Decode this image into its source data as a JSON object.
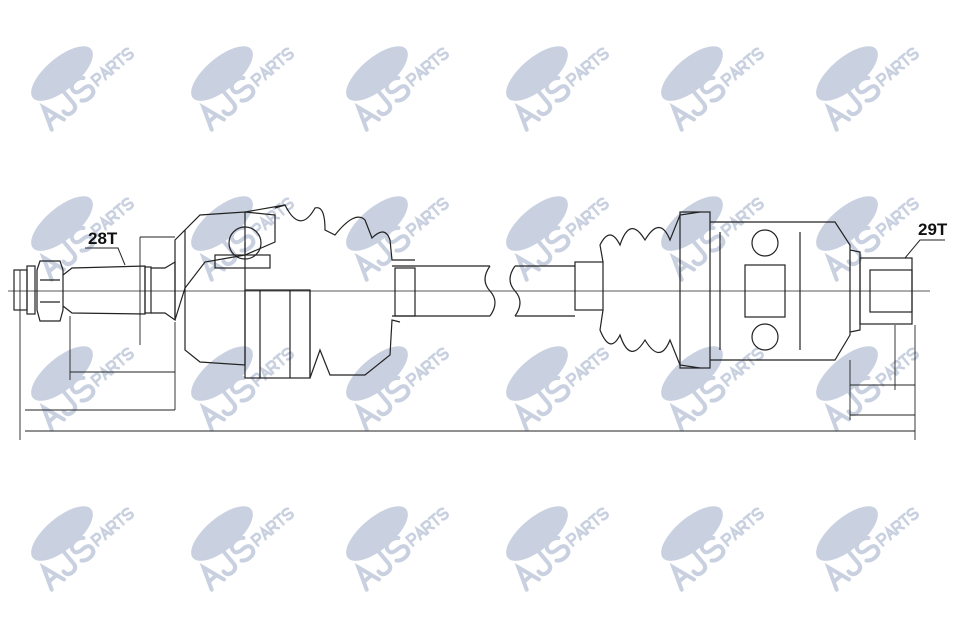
{
  "watermark": {
    "brand": "AJS",
    "suffix": "PARTS",
    "color": "#c9d1e1"
  },
  "labels": {
    "left_spline": "28T",
    "right_spline": "29T"
  },
  "colors": {
    "line": "#222222",
    "background": "#ffffff"
  }
}
